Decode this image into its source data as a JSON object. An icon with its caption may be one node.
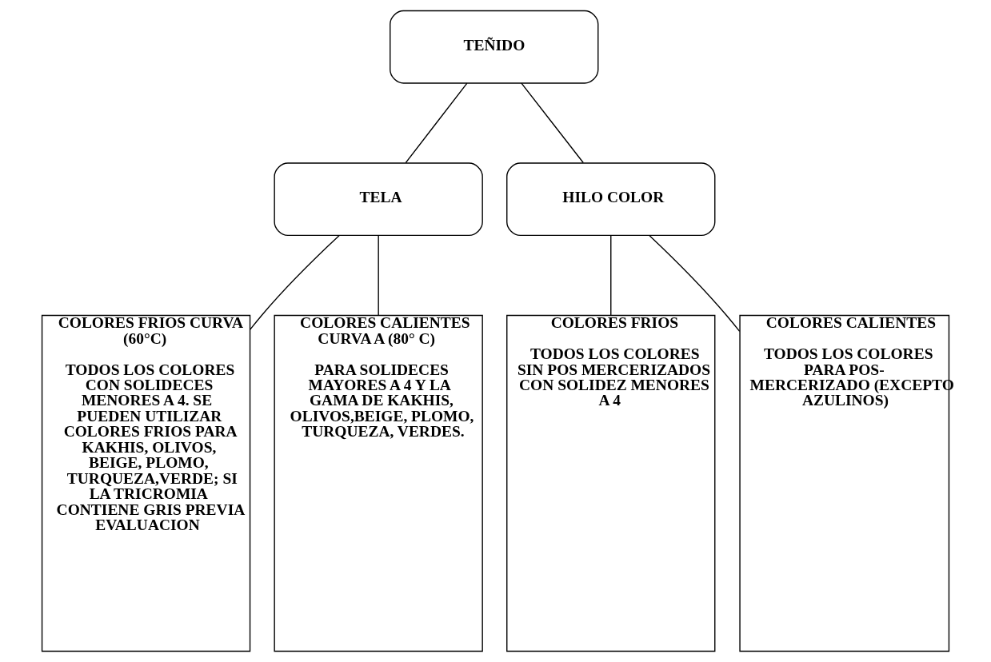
{
  "diagram": {
    "nodes": [
      {
        "text": [
          "TEÑIDO"
        ]
      },
      {
        "text": [
          "TELA"
        ]
      },
      {
        "text": [
          "HILO COLOR"
        ]
      },
      {
        "text": [
          "COLORES FRIOS CURVA (60°C)",
          "TODOS LOS COLORES CON SOLIDECES MENORES A 4. SE PUEDEN UTILIZAR COLORES FRIOS PARA KAKHIS, OLIVOS, BEIGE, PLOMO, TURQUEZA,VERDE; SI LA TRICROMIA CONTIENE GRIS PREVIA EVALUACION"
        ]
      },
      {
        "text": [
          "COLORES CALIENTES CURVA A (80° C)",
          "PARA SOLIDECES MAYORES A 4 Y LA GAMA DE KAKHIS, OLIVOS,BEIGE, PLOMO, TURQUEZA, VERDES."
        ]
      },
      {
        "text": [
          "COLORES FRIOS",
          "TODOS LOS COLORES SIN POS MERCERIZADOS CON SOLIDEZ MENORES A 4"
        ]
      },
      {
        "text": [
          "COLORES CALIENTES",
          "TODOS LOS COLORES PARA POS- MERCERIZADO (EXCEPTO AZULINOS)"
        ]
      }
    ],
    "edges": [
      {
        "from": 0,
        "to": 1,
        "arrow": "none"
      },
      {
        "from": 0,
        "to": 2,
        "arrow": "none"
      },
      {
        "from": 1,
        "to": 3,
        "arrow": "none"
      },
      {
        "from": 1,
        "to": 4,
        "arrow": "none"
      },
      {
        "from": 2,
        "to": 5,
        "arrow": "none"
      },
      {
        "from": 2,
        "to": 6,
        "arrow": "none"
      }
    ]
  }
}
